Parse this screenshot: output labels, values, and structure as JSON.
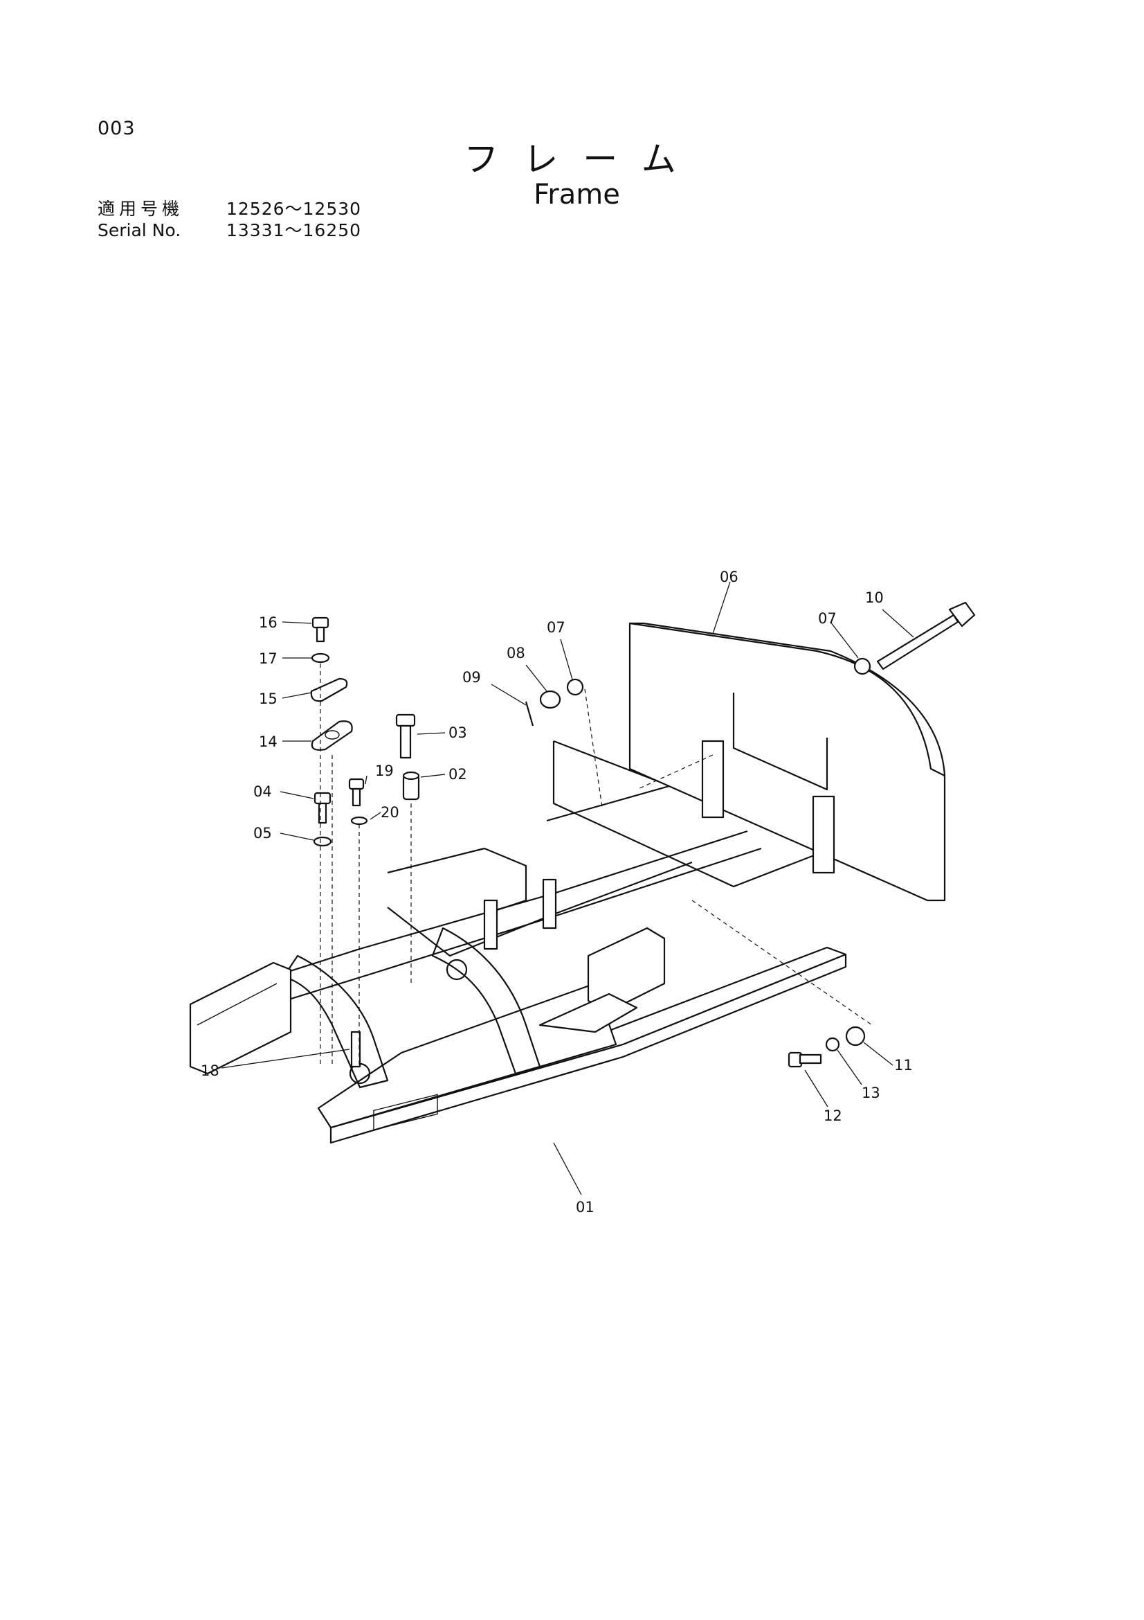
{
  "header": {
    "page_number": "003",
    "title_jp": "フレーム",
    "title_en": "Frame"
  },
  "serial": {
    "label_jp": "適用号機",
    "value_jp": "12526〜12530",
    "label_en": "Serial No.",
    "value_en": "13331〜16250"
  },
  "callouts": {
    "c01": "01",
    "c02": "02",
    "c03": "03",
    "c04": "04",
    "c05": "05",
    "c06": "06",
    "c07a": "07",
    "c07b": "07",
    "c08": "08",
    "c09": "09",
    "c10": "10",
    "c11": "11",
    "c12": "12",
    "c13": "13",
    "c14": "14",
    "c15": "15",
    "c16": "16",
    "c17": "17",
    "c18": "18",
    "c19": "19",
    "c20": "20"
  }
}
